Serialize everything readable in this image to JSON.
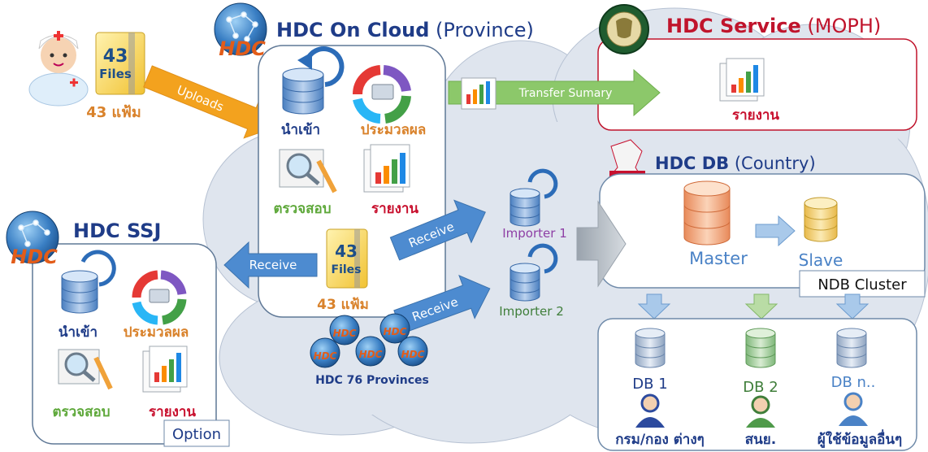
{
  "cloud_title": {
    "strong": "HDC On Cloud",
    "rest": " (Province)"
  },
  "service_title": {
    "strong": "HDC Service",
    "rest": " (MOPH)"
  },
  "db_title": {
    "strong": "HDC DB",
    "rest": " (Country)"
  },
  "ssj_title": "HDC SSJ",
  "logo_text": "HDC",
  "nurse": {
    "files_count": "43",
    "files_word": "Files",
    "caption": "43 แฟ้ม"
  },
  "uploads_label": "Uploads",
  "cloud_box": {
    "import": "นำเข้า",
    "process": "ประมวลผล",
    "check": "ตรวจสอบ",
    "report": "รายงาน",
    "files_count": "43",
    "files_word": "Files",
    "files_caption": "43 แฟ้ม"
  },
  "transfer_label": "Transfer Sumary",
  "service_report": "รายงาน",
  "receive_label": "Receive",
  "importers": [
    "Importer 1",
    "Importer 2"
  ],
  "provinces_label": "HDC 76 Provinces",
  "db_box": {
    "master": "Master",
    "slave": "Slave",
    "cluster": "NDB Cluster"
  },
  "db_nodes": [
    {
      "name": "DB 1",
      "user": "กรม/กอง ต่างๆ"
    },
    {
      "name": "DB 2",
      "user": "สนย."
    },
    {
      "name": "DB n..",
      "user": "ผู้ใช้ข้อมูลอื่นๆ"
    }
  ],
  "ssj_box": {
    "import": "นำเข้า",
    "process": "ประมวลผล",
    "check": "ตรวจสอบ",
    "report": "รายงาน",
    "option": "Option"
  },
  "colors": {
    "blue_title": "#1f3c88",
    "red_title": "#c0142c",
    "orange_text": "#d9822b",
    "green_text": "#5ea83a",
    "red_text": "#c8102e",
    "arrow_blue": "#4d8bd0",
    "arrow_green": "#8cc86a",
    "arrow_orange": "#f3a21e",
    "cloud_fill": "#dfe5ee"
  }
}
